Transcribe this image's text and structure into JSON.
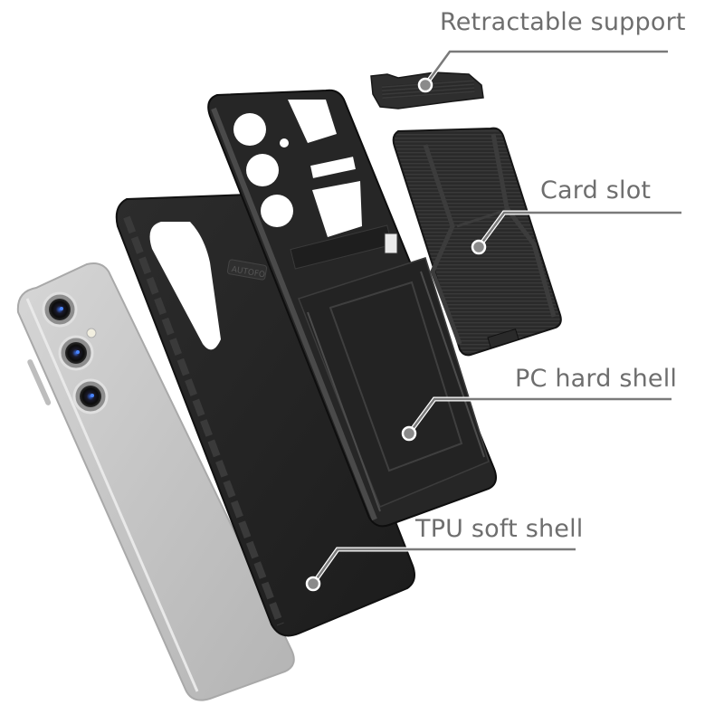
{
  "image": {
    "kind": "product-feature-diagram",
    "subject": "exploded view of protective phone case"
  },
  "callouts": [
    {
      "id": "retractable-support",
      "label": "Retractable support"
    },
    {
      "id": "card-slot",
      "label": "Card slot"
    },
    {
      "id": "pc-hard-shell",
      "label": "PC hard shell"
    },
    {
      "id": "tpu-soft-shell",
      "label": "TPU soft shell"
    }
  ],
  "embossed_text": {
    "autofocus": "AUTOFO"
  },
  "colors": {
    "background": "#ffffff",
    "label_text": "#6e6e6e",
    "leader_line": "#7a7a7a",
    "leader_dot": "#8a8a8a",
    "case_dark": "#242424",
    "case_mid": "#2f2f2f",
    "phone_body": "#c9c9c9",
    "lens_blue": "#2c5fd6"
  }
}
